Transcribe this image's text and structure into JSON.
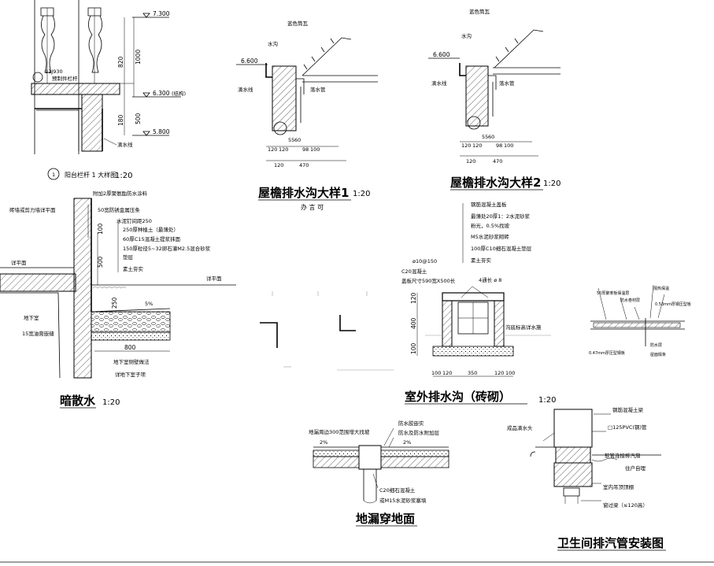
{
  "sheet": {
    "balcony": {
      "elev_top": "7.300",
      "elev_mid": "6.300",
      "elev_mid_note": "(结构)",
      "elev_bot": "5.800",
      "dim_820": "820",
      "dim_1000": "1000",
      "dim_500": "500",
      "dim_180": "180",
      "leader_11j930": "11J930",
      "leader_sub": "预制件栏杆",
      "leader_drip": "滴水线",
      "title": "阳台栏杆 1 大样图",
      "scale": "1:20",
      "num": "1"
    },
    "eave1": {
      "title": "屋檐排水沟大样1",
      "scale": "1:20",
      "sub": "办 言 可",
      "elev": "6.600",
      "l_tile": "蓝色筒瓦",
      "l_gutter": "水沟",
      "l_drip": "滴水线",
      "l_pipe": "落水管",
      "dims_row1": [
        "120",
        "120",
        "55",
        "60",
        "98",
        "100"
      ],
      "dims_row2": [
        "120",
        "470"
      ]
    },
    "eave2": {
      "title": "屋檐排水沟大样2",
      "scale": "1:20",
      "elev": "6.600",
      "l_tile": "蓝色筒瓦",
      "l_gutter": "水沟",
      "l_drip": "滴水线",
      "l_pipe": "落水管",
      "dims_row1": [
        "120",
        "120",
        "55",
        "60",
        "98",
        "100"
      ],
      "dims_row2": [
        "120",
        "470"
      ]
    },
    "dark": {
      "title": "暗散水",
      "scale": "1:20",
      "notes": [
        "附加2厚聚氨酯防水涂料",
        "50宽防锈金属压条",
        "水泥钉间距250",
        "250厚种植土（最薄处）",
        "60厚C15混凝土提浆抹面",
        "150厚粒径5~32卵石灌M2.5混合砂浆",
        "垫层",
        "素土夯实"
      ],
      "l_wall": "砖墙或剪力墙详平面",
      "l_plan_left": "详平面",
      "l_plan_right": "详平面",
      "l_basement": "地下室",
      "l_joint": "15宽油膏嵌缝",
      "l_wall_method": "地下室侧壁做法",
      "l_roof": "详地下室子项",
      "slope": "5%",
      "dim_100": "100",
      "dim_500": "500",
      "dim_250": "250",
      "dim_800": "800"
    },
    "ditch": {
      "title": "室外排水沟（砖砌）",
      "scale": "1:20",
      "notes": [
        "钢筋混凝土盖板",
        "最薄处20厚1：2水泥砂浆",
        "粉光，0.5%找坡",
        "M5水泥砂浆砌砖",
        "100厚C10细石混凝土垫层",
        "素土夯实"
      ],
      "l_rebar": "ø10@150",
      "l_c20": "C20混凝土",
      "l_cover": "盖板尺寸590宽X500长",
      "l_4bar": "4通长 ø 8",
      "l_bottom": "沟底标高详水施",
      "dims_v": [
        "120",
        "400",
        "100"
      ],
      "dims_h": [
        "100",
        "120",
        "350",
        "120",
        "100"
      ]
    },
    "small": {
      "l1": "50厚聚苯板保温层",
      "l2": "防水卷材层",
      "l3": "0.53mm厚钢压型板",
      "l4": "隔热保温",
      "l5": "0.47mm厚压型钢板",
      "l6": "防水层",
      "l7": "屋面檩条"
    },
    "floor": {
      "title": "地漏穿地面",
      "l_slope": "地漏周边300范围增大找坡",
      "l_seal": "防水胶嵌实",
      "l_layer": "防水及防水附加层",
      "l_c20": "C20细石混凝土",
      "l_m15": "或M15水泥砂浆塞填",
      "slope_l": "2%",
      "slope_r": "2%"
    },
    "bath": {
      "title": "卫生间排汽管安装图",
      "l_beam": "钢筋混凝土梁",
      "l_pipe": "□125PVC(钢)管",
      "l_drip": "成品滴水头",
      "l_hose": "软管连接排汽扇",
      "l_user": "住户自理",
      "l_ceiling": "室内吊顶顶棚",
      "l_lintel": "窗过梁（≤120高）"
    }
  }
}
